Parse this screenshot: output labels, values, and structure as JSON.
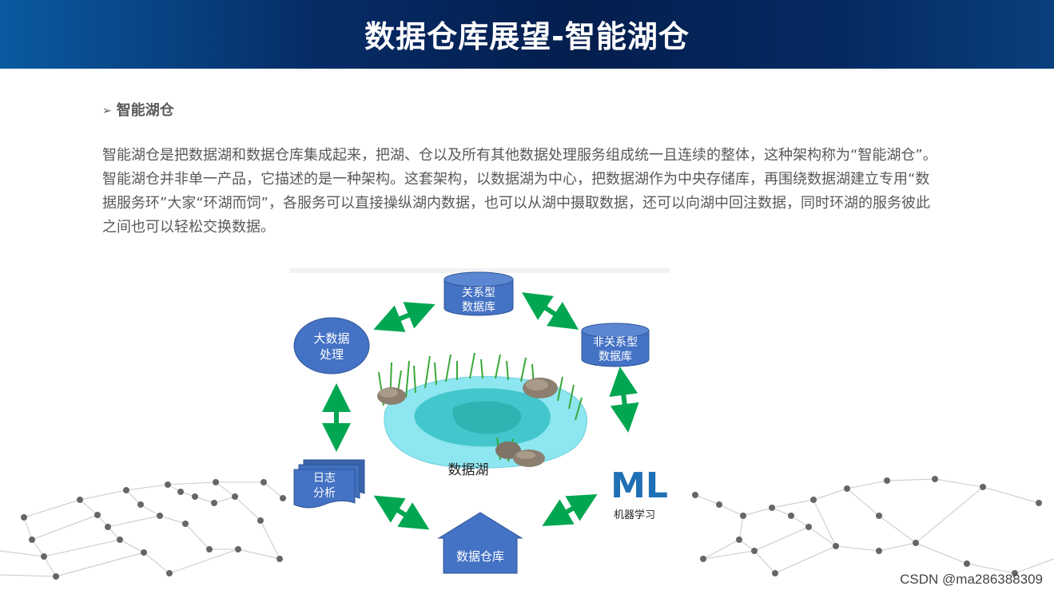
{
  "header": {
    "title": "数据仓库展望-智能湖仓"
  },
  "section": {
    "heading": "智能湖仓",
    "paragraph_1": "智能湖仓是把数据湖和数据仓库集成起来，把湖、仓以及所有其他数据处理服务组成统一且连续的整体，这种架构称为“智能湖仓”。",
    "paragraph_2": "智能湖仓并非单一产品，它描述的是一种架构。这套架构，以数据湖为中心，把数据湖作为中央存储库，再围绕数据湖建立专用“数据服务环”大家“环湖而饲”，各服务可以直接操纵湖内数据，也可以从湖中摄取数据，还可以向湖中回注数据，同时环湖的服务彼此之间也可以轻松交换数据。"
  },
  "diagram": {
    "center_label": "数据湖",
    "nodes": {
      "relational_db": {
        "line1": "关系型",
        "line2": "数据库"
      },
      "nonrelational_db": {
        "line1": "非关系型",
        "line2": "数据库"
      },
      "bigdata": {
        "line1": "大数据",
        "line2": "处理"
      },
      "log_analysis": {
        "line1": "日志",
        "line2": "分析"
      },
      "data_warehouse": {
        "label": "数据仓库"
      },
      "ml": {
        "logo": "ML",
        "label": "机器学习"
      }
    },
    "colors": {
      "node_blue": "#4472c4",
      "arrow_green": "#00a651",
      "lake_cyan": "#5fd3e6",
      "ml_blue": "#1f6fb5"
    }
  },
  "watermark": "CSDN @ma286388309"
}
